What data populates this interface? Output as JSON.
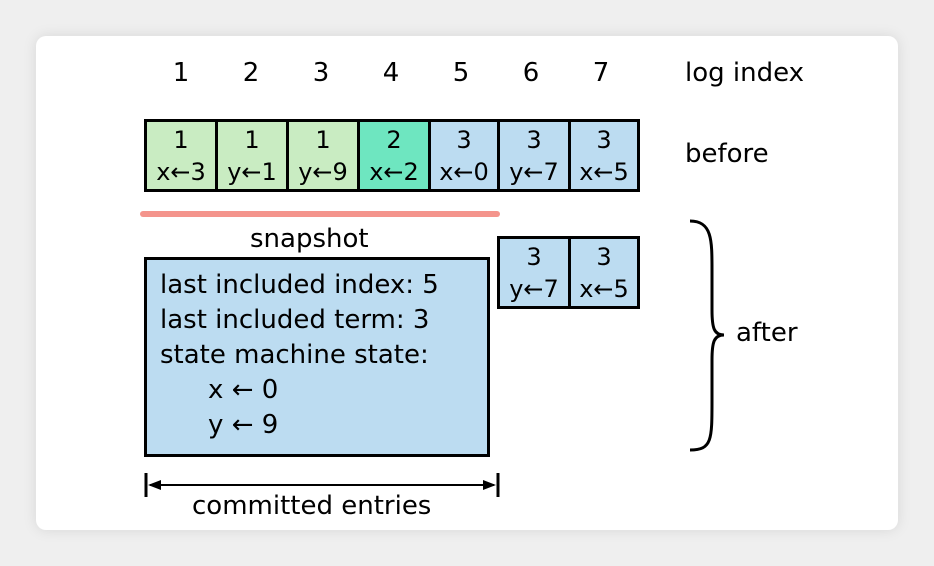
{
  "index_row": {
    "numbers": [
      "1",
      "2",
      "3",
      "4",
      "5",
      "6",
      "7"
    ],
    "label": "log index"
  },
  "before": {
    "label": "before",
    "entries": [
      {
        "term": "1",
        "cmd": "x←3",
        "color": "green"
      },
      {
        "term": "1",
        "cmd": "y←1",
        "color": "green"
      },
      {
        "term": "1",
        "cmd": "y←9",
        "color": "green"
      },
      {
        "term": "2",
        "cmd": "x←2",
        "color": "teal"
      },
      {
        "term": "3",
        "cmd": "x←0",
        "color": "blue"
      },
      {
        "term": "3",
        "cmd": "y←7",
        "color": "blue"
      },
      {
        "term": "3",
        "cmd": "x←5",
        "color": "blue"
      }
    ]
  },
  "after": {
    "label": "after",
    "entries": [
      {
        "term": "3",
        "cmd": "y←7",
        "color": "blue"
      },
      {
        "term": "3",
        "cmd": "x←5",
        "color": "blue"
      }
    ]
  },
  "snapshot": {
    "title": "snapshot",
    "lines": [
      "last included index: 5",
      "last included term: 3",
      "state machine state:",
      "x ← 0",
      "y ← 9"
    ]
  },
  "committed_label": "committed entries",
  "colors": {
    "green": "#c9ecc2",
    "teal": "#6ee6c0",
    "blue": "#bcdcf1",
    "snapshot_line": "#f4948c"
  }
}
